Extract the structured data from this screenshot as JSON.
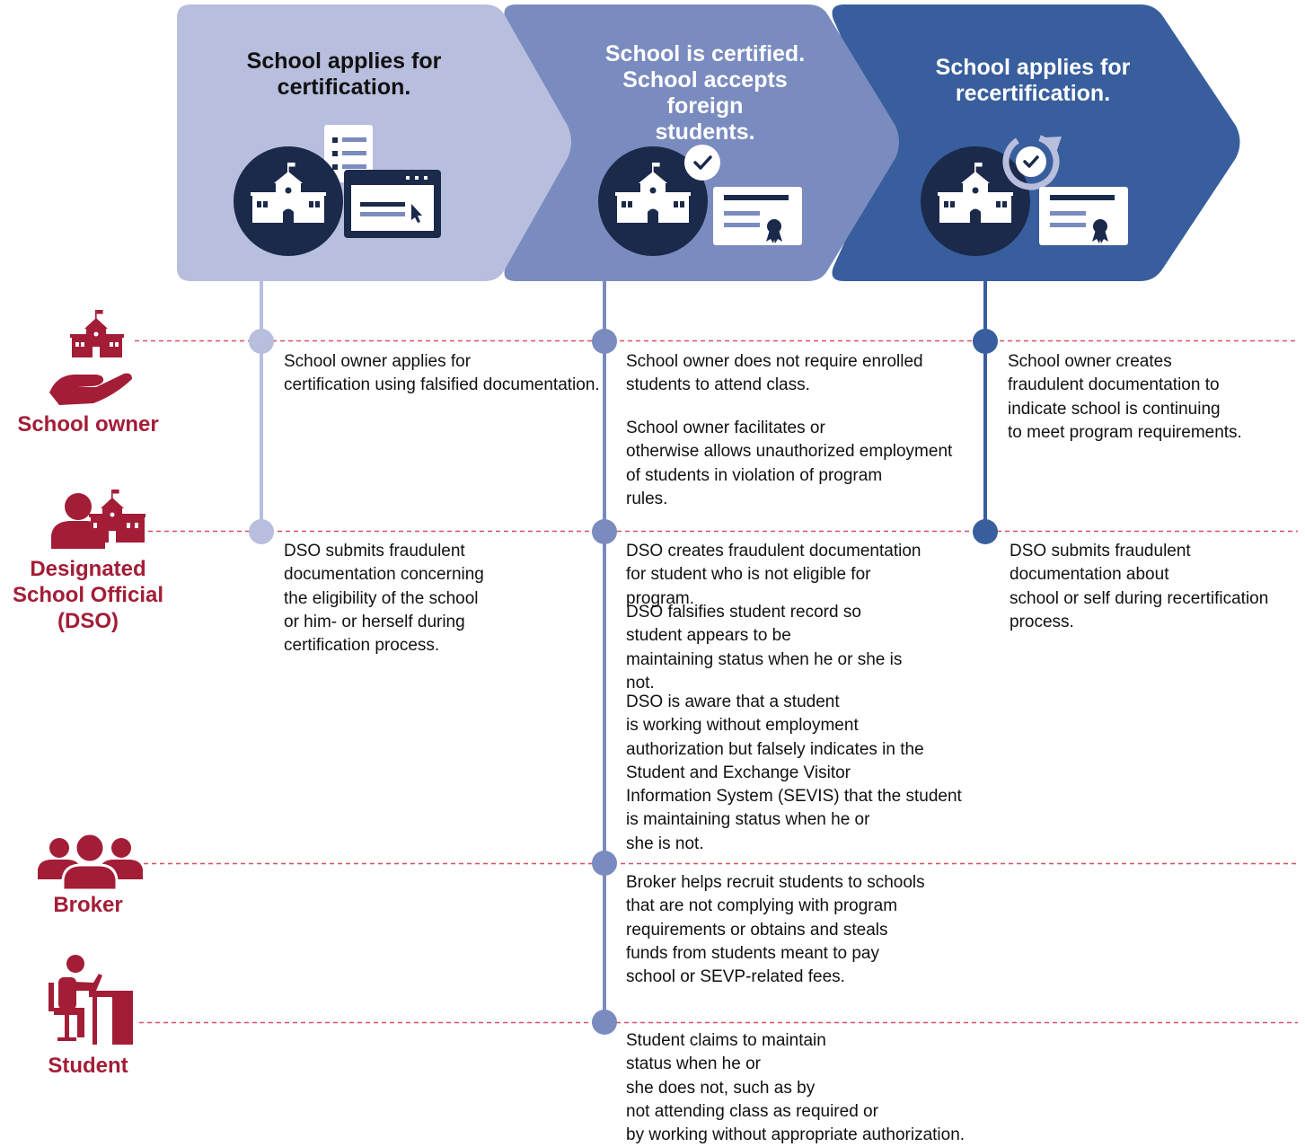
{
  "colors": {
    "stage_1": "#b8bedd",
    "stage_2": "#7a8bbf",
    "stage_3": "#385e9d",
    "icon_dark": "#1b2a4b",
    "accent_red": "#a31d37"
  },
  "stages": [
    {
      "title": "School applies for certification.",
      "icon": "school-application-icon"
    },
    {
      "title": "School is certified. School accepts foreign students.",
      "icon": "school-certificate-icon"
    },
    {
      "title": "School applies for recertification.",
      "icon": "school-recertification-icon"
    }
  ],
  "roles": [
    {
      "label": "School owner",
      "icon": "school-owner-icon"
    },
    {
      "label": "Designated School Official (DSO)",
      "icon": "dso-icon"
    },
    {
      "label": "Broker",
      "icon": "broker-icon"
    },
    {
      "label": "Student",
      "icon": "student-icon"
    }
  ],
  "schemes": {
    "school_owner": {
      "stage_1": [
        "School owner applies for certification using falsified documentation."
      ],
      "stage_2": [
        "School owner does not require enrolled students to attend class.",
        "School owner facilitates or otherwise allows unauthorized employment of students in violation of program rules."
      ],
      "stage_3": [
        "School owner creates fraudulent documentation to indicate school is continuing to meet program requirements."
      ]
    },
    "dso": {
      "stage_1": [
        "DSO submits fraudulent documentation concerning the eligibility of the school or him- or herself during certification process."
      ],
      "stage_2": [
        "DSO creates fraudulent documentation for student who is not eligible for program.",
        "DSO falsifies student record so student appears to be maintaining status when he or she is not.",
        "DSO is aware that a student is working without employment authorization but falsely indicates in the Student and Exchange Visitor Information System (SEVIS) that the student is maintaining status when he or she is not."
      ],
      "stage_3": [
        "DSO submits fraudulent documentation about school or self during recertification process."
      ]
    },
    "broker": {
      "stage_2": [
        "Broker helps recruit students to schools that are not complying with program requirements or obtains and steals funds from students meant to pay school or SEVP-related fees."
      ]
    },
    "student": {
      "stage_2": [
        "Student claims to maintain status when he or she does not, such as by not attending class as required or by working without appropriate authorization."
      ]
    }
  }
}
